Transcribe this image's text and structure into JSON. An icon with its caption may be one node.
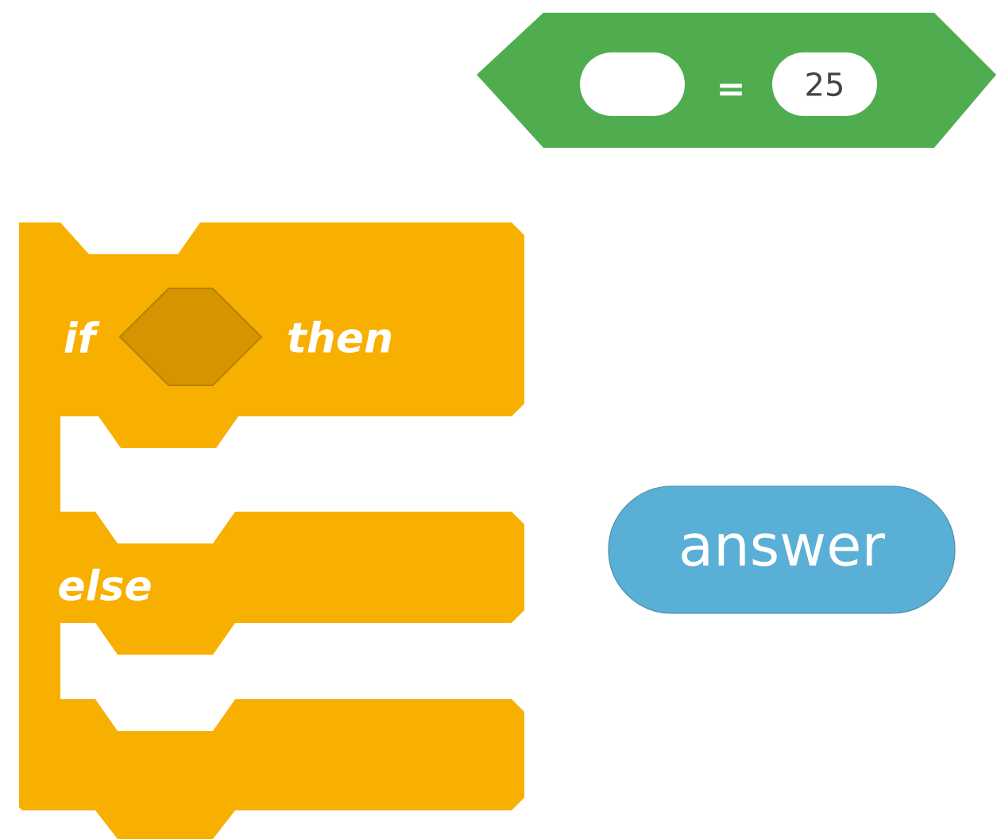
{
  "diagram": {
    "nodes": [
      {
        "text": [
          "="
        ]
      },
      {
        "text": [],
        "shape": "oval",
        "in": 0
      },
      {
        "text": [
          "25"
        ],
        "in": 0
      },
      {
        "text": [
          "if",
          "then",
          "else"
        ]
      },
      {
        "text": [],
        "shape": "hexagon",
        "in": 3
      },
      {
        "text": [
          "answer"
        ]
      }
    ]
  }
}
